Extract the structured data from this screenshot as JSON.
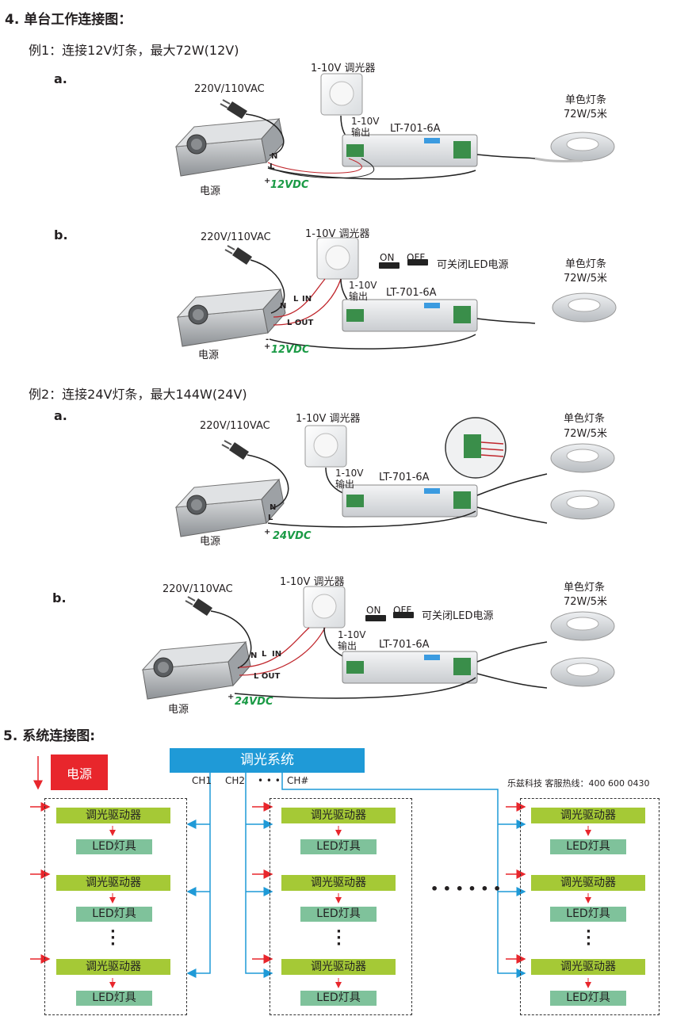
{
  "section4": {
    "title": "4. 单台工作连接图："
  },
  "example1": {
    "title": "例1：连接12V灯条，最大72W(12V)"
  },
  "example2": {
    "title": "例2：连接24V灯条，最大144W(24V)"
  },
  "common": {
    "a": "a.",
    "b": "b.",
    "ac": "220V/110VAC",
    "dimmer": "1-10V 调光器",
    "out1": "1-10V",
    "out2": "输出",
    "model": "LT-701-6A",
    "strip1": "单色灯条",
    "strip2": "72W/5米",
    "psu": "电源",
    "v12": "12VDC",
    "v24": "24VDC",
    "on": "ON",
    "off": "OFF",
    "switch_note": "可关闭LED电源",
    "N": "N",
    "L": "L",
    "IN": "IN",
    "L_OUT": "L OUT",
    "plus": "+",
    "minus": "-"
  },
  "section5": {
    "title": "5. 系统连接图:"
  },
  "system": {
    "power": "电源",
    "dimming_system": "调光系统",
    "ch1": "CH1",
    "ch2": "CH2",
    "ch_dots": "• • •",
    "chn": "CH#",
    "hotline": "乐兹科技 客服热线：400 600 0430",
    "driver": "调光驱动器",
    "lamp": "LED灯具",
    "hdots": "• • • • • •"
  },
  "colors": {
    "dc": "#1a9a45",
    "system_blue": "#1f9ad7",
    "power_red": "#e8262c",
    "driver_green": "#a5c936",
    "lamp_green": "#7fc29b",
    "arrow_red": "#e8262c",
    "arrow_blue": "#1f9ad7"
  }
}
